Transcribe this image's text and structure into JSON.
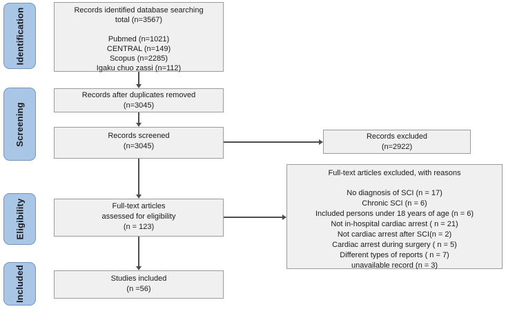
{
  "stages": [
    {
      "label": "Identification"
    },
    {
      "label": "Screening"
    },
    {
      "label": "Eligibility"
    },
    {
      "label": "Included"
    }
  ],
  "flow": {
    "identified": {
      "lines": [
        "Records identified database searching",
        "total (n=3567)",
        "Pubmed (n=1021)",
        "CENTRAL (n=149)",
        "Scopus (n=2285)",
        "Igaku chuo zassi (n=112)"
      ]
    },
    "duplicates_removed": {
      "lines": [
        "Records after duplicates removed",
        "(n=3045)"
      ]
    },
    "screened": {
      "lines": [
        "Records screened",
        "(n=3045)"
      ]
    },
    "records_excluded": {
      "lines": [
        "Records excluded",
        "(n=2922)"
      ]
    },
    "fulltext_assessed": {
      "lines": [
        "Full-text articles",
        "assessed for eligibility",
        "(n = 123)"
      ]
    },
    "fulltext_excluded": {
      "title": "Full-text articles excluded, with reasons",
      "reasons": [
        "No diagnosis of SCI (n = 17)",
        "Chronic SCI (n = 6)",
        "Included persons under 18 years of age (n = 6)",
        "Not in-hospital cardiac arrest ( n = 21)",
        "Not cardiac arrest after SCI(n = 2)",
        "Cardiac arrest during surgery ( n = 5)",
        "Different types of reports ( n = 7)",
        "unavailable record (n = 3)"
      ]
    },
    "included": {
      "lines": [
        "Studies included",
        "(n =56)"
      ]
    }
  },
  "colors": {
    "stage_fill": "#a9c6e6",
    "stage_border": "#7096be",
    "box_fill": "#f0f0f0",
    "box_border": "#9b9b9b",
    "arrow": "#4d4d4d"
  }
}
